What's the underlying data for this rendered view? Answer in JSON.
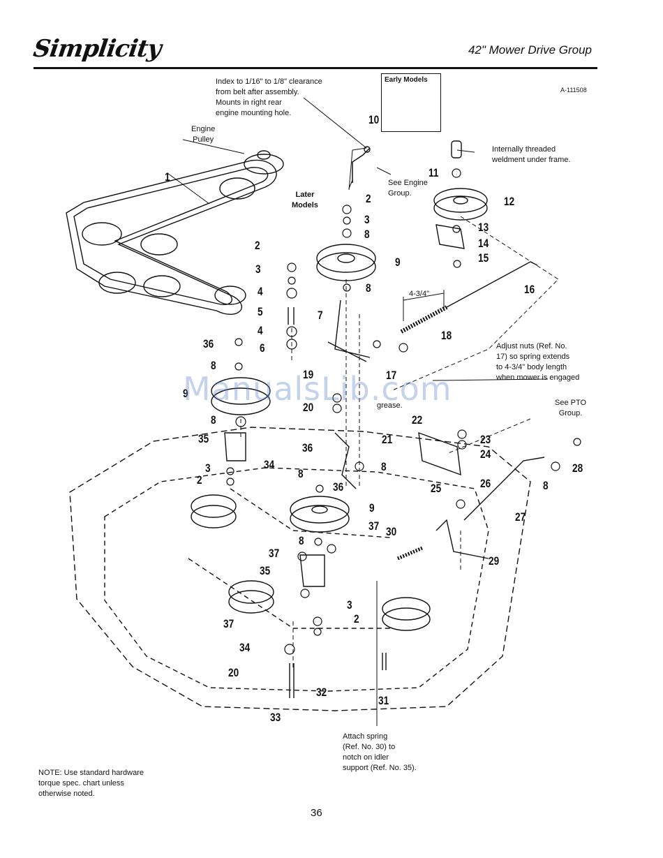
{
  "header": {
    "brand": "Simplicity",
    "title": "42\" Mower Drive Group"
  },
  "drawing_number": "A-111508",
  "early_models_box": {
    "label": "Early Models"
  },
  "notes": {
    "index": "Index to 1/16\" to 1/8\" clearance\nfrom belt after assembly.\nMounts in right rear\nengine mounting hole.",
    "engine_pulley": "Engine\nPulley",
    "later_models": "Later\nModels",
    "see_engine": "See Engine\nGroup.",
    "internally_threaded": "Internally threaded\nweldment under frame.",
    "dimension": "4-3/4\"",
    "adjust_nuts": "Adjust nuts (Ref. No.\n17) so spring extends\nto 4-3/4\" body length\nwhen mower is engaged",
    "grease": "grease.",
    "see_pto": "See PTO\nGroup.",
    "attach_spring": "Attach spring\n(Ref. No. 30) to\nnotch on idler\nsupport (Ref. No. 35)."
  },
  "part_numbers": [
    "1",
    "2",
    "3",
    "4",
    "5",
    "6",
    "7",
    "8",
    "9",
    "10",
    "11",
    "12",
    "13",
    "14",
    "15",
    "16",
    "17",
    "18",
    "19",
    "20",
    "21",
    "22",
    "23",
    "24",
    "25",
    "26",
    "27",
    "28",
    "29",
    "30",
    "31",
    "32",
    "33",
    "34",
    "35",
    "36",
    "37"
  ],
  "footer": {
    "note": "NOTE: Use standard hardware\ntorque spec. chart unless\notherwise noted.",
    "page_number": "36"
  },
  "watermark": "ManualsLib.com"
}
